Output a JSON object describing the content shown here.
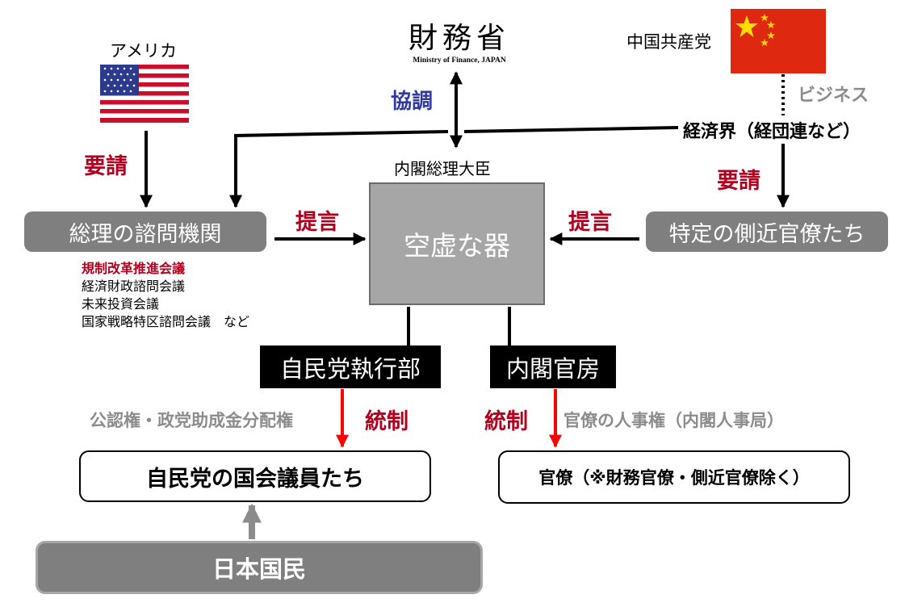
{
  "labels": {
    "america": "アメリカ",
    "ccp": "中国共産党",
    "business": "ビジネス",
    "keizaikai": "経済界（経団連など）",
    "pm": "内閣総理大臣",
    "kyocho": "協調",
    "yousei_left": "要請",
    "yousei_right": "要請",
    "teigen_left": "提言",
    "teigen_right": "提言",
    "tousei_left": "統制",
    "tousei_right": "統制",
    "koninken": "公認権・政党助成金分配権",
    "jinjiken": "官僚の人事権（内閣人事局）"
  },
  "mof": {
    "kanji": "財務省",
    "english": "Ministry of Finance, JAPAN"
  },
  "boxes": {
    "advisory": "総理の諮問機関",
    "empty_vessel": "空虚な器",
    "aides": "特定の側近官僚たち",
    "ldp_exec": "自民党執行部",
    "cabinet_secretariat": "内閣官房",
    "ldp_members": "自民党の国会議員たち",
    "bureaucrats": "官僚（※財務官僚・側近官僚除く）",
    "citizens": "日本国民"
  },
  "councils": [
    "規制改革推進会議",
    "経済財政諮問会議",
    "未来投資会議",
    "国家戦略特区諮問会議　など"
  ],
  "colors": {
    "accent_red": "#b0001e",
    "arrow_red": "#ff0000",
    "blue": "#2e3a9e",
    "box_gray": "#7f7f7f",
    "center_gray": "#a6a6a6"
  }
}
